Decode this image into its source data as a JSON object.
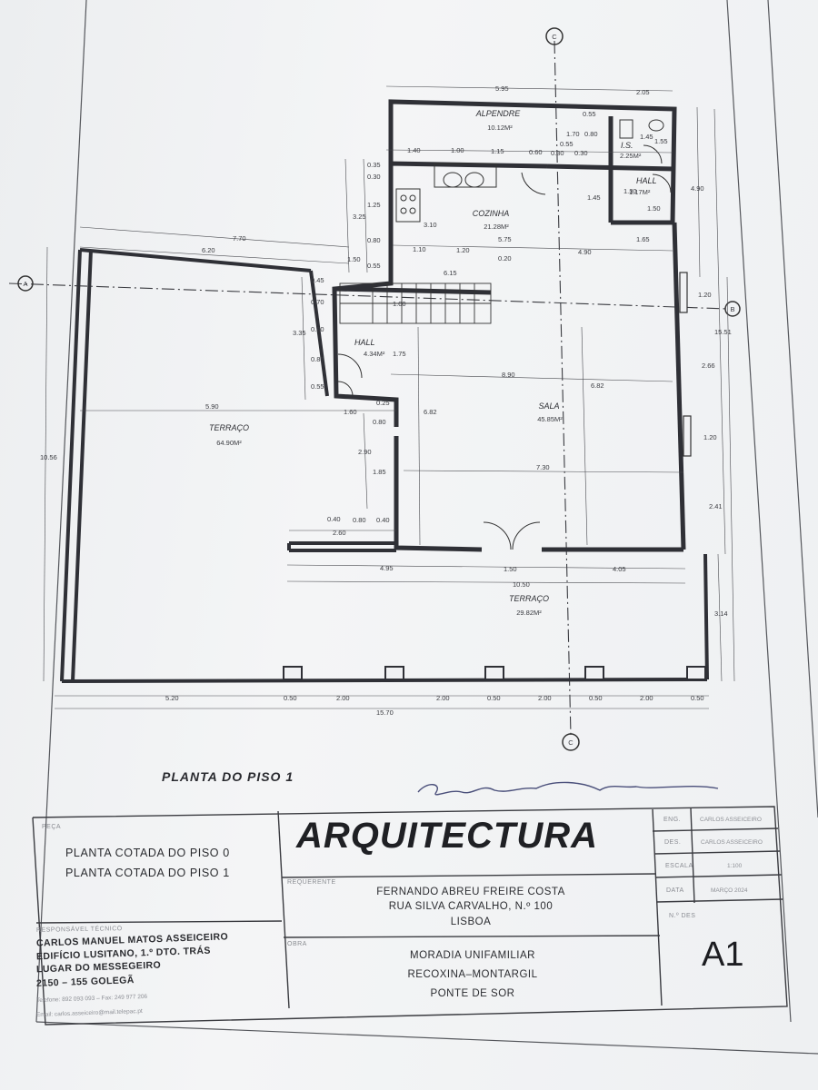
{
  "plan": {
    "title": "PLANTA DO PISO 1",
    "axis_labels": {
      "top": "C",
      "bottom": "C",
      "left": "A",
      "right": "B"
    },
    "rooms": [
      {
        "name": "ALPENDRE",
        "area": "10.12M²"
      },
      {
        "name": "I.S.",
        "area": "2.25M²"
      },
      {
        "name": "HALL",
        "area": "1.17M²"
      },
      {
        "name": "COZINHA",
        "area": "21.28M²"
      },
      {
        "name": "HALL",
        "area": "4.34M²"
      },
      {
        "name": "SALA",
        "area": "45.85M²"
      },
      {
        "name": "TERRAÇO",
        "area": "64.90M²"
      },
      {
        "name": "TERRAÇO",
        "area": "29.82M²"
      }
    ],
    "dims": {
      "d595": "5.95",
      "d205": "2.05",
      "d140": "1.40",
      "d100": "1.00",
      "d115": "1.15",
      "d060": "0.60",
      "d030a": "0.30",
      "d030b": "0.30",
      "d055a": "0.55",
      "d170": "1.70",
      "d080a": "0.80",
      "d055b": "0.55",
      "d145a": "1.45",
      "d155": "1.55",
      "d130": "1.30",
      "d150a": "1.50",
      "d145b": "1.45",
      "d490v": "4.90",
      "d035": "0.35",
      "d030c": "0.30",
      "d125": "1.25",
      "d325": "3.25",
      "d310": "3.10",
      "d080b": "0.80",
      "d055c": "0.55",
      "d110": "1.10",
      "d120a": "1.20",
      "d575": "5.75",
      "d020": "0.20",
      "d490h": "4.90",
      "d165": "1.65",
      "d770": "7.70",
      "d620": "6.20",
      "d150b": "1.50",
      "d615": "6.15",
      "d045": "0.45",
      "d070": "0.70",
      "d100b": "1.00",
      "d335": "3.35",
      "d080c": "0.80",
      "d085": "0.85",
      "d055d": "0.55",
      "d175": "1.75",
      "d890": "8.90",
      "d120b": "1.20",
      "d1551": "15.51",
      "d266": "2.66",
      "d590": "5.90",
      "d160": "1.60",
      "d025": "0.25",
      "d080d": "0.80",
      "d682a": "6.82",
      "d682b": "6.82",
      "d120c": "1.20",
      "d1056": "10.56",
      "d290": "2.90",
      "d185": "1.85",
      "d730": "7.30",
      "d241": "2.41",
      "d040a": "0.40",
      "d080e": "0.80",
      "d040b": "0.40",
      "d260": "2.60",
      "d495": "4.95",
      "d150c": "1.50",
      "d405": "4.05",
      "d1050": "10.50",
      "d314": "3.14",
      "d520": "5.20",
      "b050a": "0.50",
      "b200a": "2.00",
      "b200b": "2.00",
      "b050b": "0.50",
      "b200c": "2.00",
      "b050c": "0.50",
      "b200d": "2.00",
      "b050d": "0.50",
      "d1570": "15.70"
    }
  },
  "title_block": {
    "peca_label": "PEÇA",
    "peca_lines": [
      "PLANTA COTADA DO PISO 0",
      "PLANTA COTADA DO PISO 1"
    ],
    "header": "ARQUITECTURA",
    "requerente_label": "REQUERENTE",
    "requerente_lines": [
      "FERNANDO ABREU FREIRE COSTA",
      "RUA SILVA CARVALHO, N.º 100",
      "LISBOA"
    ],
    "obra_label": "OBRA",
    "obra_lines": [
      "MORADIA UNIFAMILIAR",
      "RECOXINA–MONTARGIL",
      "PONTE DE SOR"
    ],
    "resp_label": "RESPONSÁVEL TÉCNICO",
    "resp_lines": [
      "CARLOS MANUEL MATOS ASSEICEIRO",
      "EDIFÍCIO LUSITANO, 1.º DTO. TRÁS",
      "LUGAR DO MESSEGEIRO",
      "2150 – 155 GOLEGÃ"
    ],
    "resp_contact": "Telefone: 892 093 093 – Fax: 249 977 206",
    "resp_email": "Email: carlos.asseiceiro@mail.telepac.pt",
    "meta": [
      {
        "label": "ENG.",
        "value": "CARLOS ASSEICEIRO"
      },
      {
        "label": "DES.",
        "value": "CARLOS ASSEICEIRO"
      },
      {
        "label": "ESCALA",
        "value": "1:100"
      },
      {
        "label": "DATA",
        "value": "MARÇO 2024"
      }
    ],
    "ndes_label": "N.º DES",
    "sheet_code": "A1"
  },
  "colors": {
    "ink": "#2a2b30",
    "paper": "#eef0f2",
    "wall": "#2f3036"
  }
}
